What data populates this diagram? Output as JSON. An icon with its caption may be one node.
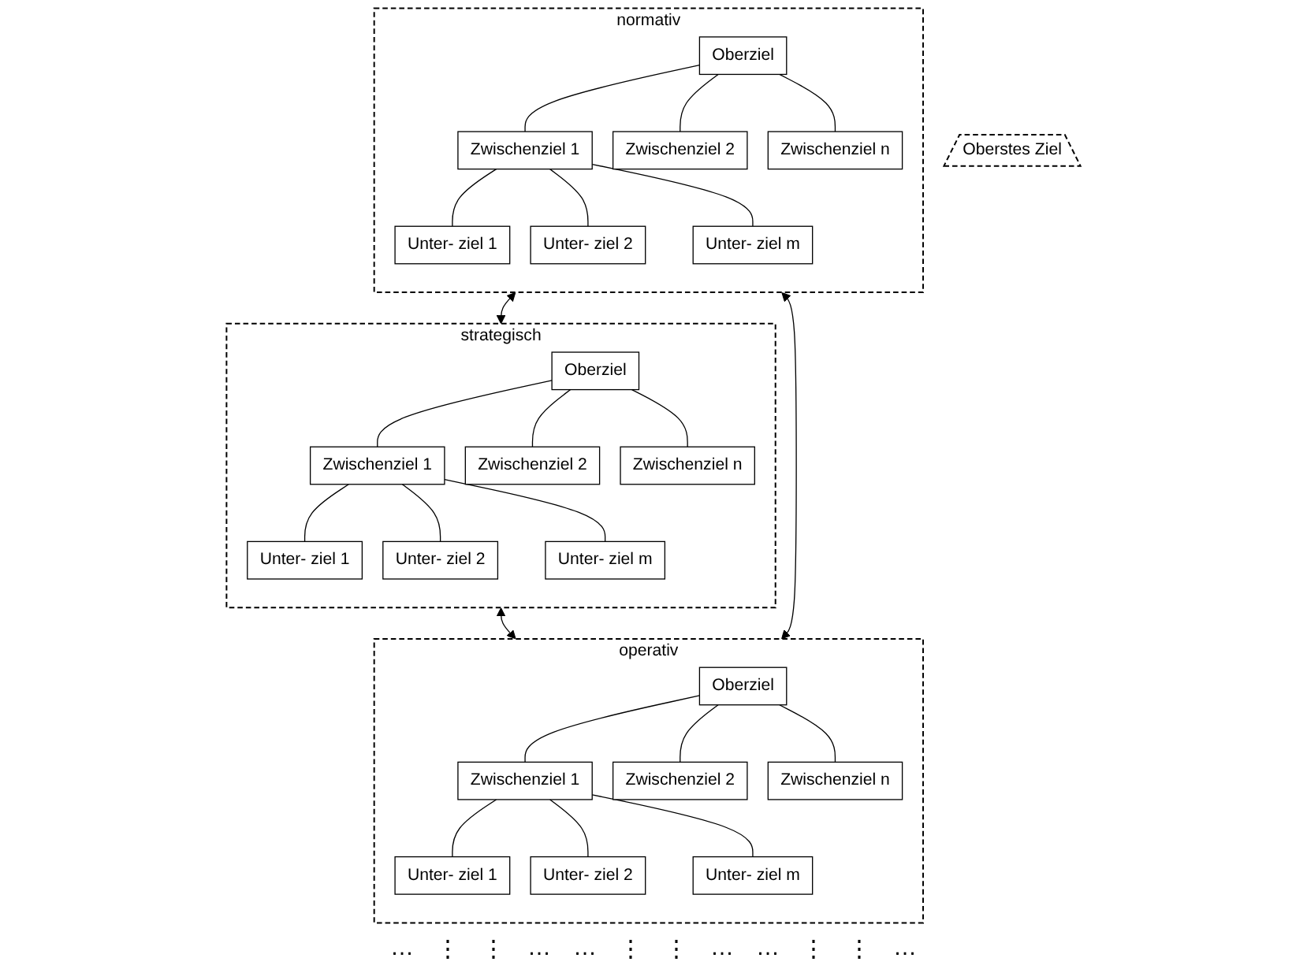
{
  "diagram": {
    "nodes": [
      {
        "text": [
          "Oberstes Ziel"
        ]
      },
      {
        "text": [
          "normativ"
        ]
      },
      {
        "text": [
          "Oberziel"
        ],
        "in": 1
      },
      {
        "text": [
          "Zwischenziel 1"
        ],
        "in": 1
      },
      {
        "text": [
          "Zwischenziel 2"
        ],
        "in": 1
      },
      {
        "text": [
          "Zwischenziel n"
        ],
        "in": 1
      },
      {
        "text": [
          "Unter- ziel 1"
        ],
        "in": 1
      },
      {
        "text": [
          "Unter- ziel 2"
        ],
        "in": 1
      },
      {
        "text": [
          "Unter- ziel m"
        ],
        "in": 1
      },
      {
        "text": [
          "strategisch"
        ]
      },
      {
        "text": [
          "Oberziel"
        ],
        "in": 9
      },
      {
        "text": [
          "Zwischenziel 1"
        ],
        "in": 9
      },
      {
        "text": [
          "Zwischenziel 2"
        ],
        "in": 9
      },
      {
        "text": [
          "Zwischenziel n"
        ],
        "in": 9
      },
      {
        "text": [
          "Unter- ziel 1"
        ],
        "in": 9
      },
      {
        "text": [
          "Unter- ziel 2"
        ],
        "in": 9
      },
      {
        "text": [
          "Unter- ziel m"
        ],
        "in": 9
      },
      {
        "text": [
          "operativ"
        ]
      },
      {
        "text": [
          "Oberziel"
        ],
        "in": 17
      },
      {
        "text": [
          "Zwischenziel 1"
        ],
        "in": 17
      },
      {
        "text": [
          "Zwischenziel 2"
        ],
        "in": 17
      },
      {
        "text": [
          "Zwischenziel n"
        ],
        "in": 17
      },
      {
        "text": [
          "Unter- ziel 1"
        ],
        "in": 17
      },
      {
        "text": [
          "Unter- ziel 2"
        ],
        "in": 17
      },
      {
        "text": [
          "Unter- ziel m"
        ],
        "in": 17
      }
    ],
    "edges": [
      {
        "from": 2,
        "to": 3,
        "arrow": "none"
      },
      {
        "from": 2,
        "to": 4,
        "arrow": "none"
      },
      {
        "from": 2,
        "to": 5,
        "arrow": "none"
      },
      {
        "from": 3,
        "to": 6,
        "arrow": "none"
      },
      {
        "from": 3,
        "to": 7,
        "arrow": "none"
      },
      {
        "from": 3,
        "to": 8,
        "arrow": "none"
      },
      {
        "from": 10,
        "to": 11,
        "arrow": "none"
      },
      {
        "from": 10,
        "to": 12,
        "arrow": "none"
      },
      {
        "from": 10,
        "to": 13,
        "arrow": "none"
      },
      {
        "from": 11,
        "to": 14,
        "arrow": "none"
      },
      {
        "from": 11,
        "to": 15,
        "arrow": "none"
      },
      {
        "from": 11,
        "to": 16,
        "arrow": "none"
      },
      {
        "from": 18,
        "to": 19,
        "arrow": "none"
      },
      {
        "from": 18,
        "to": 20,
        "arrow": "none"
      },
      {
        "from": 18,
        "to": 21,
        "arrow": "none"
      },
      {
        "from": 19,
        "to": 22,
        "arrow": "none"
      },
      {
        "from": 19,
        "to": 23,
        "arrow": "none"
      },
      {
        "from": 19,
        "to": 24,
        "arrow": "none"
      },
      {
        "from": 1,
        "to": 9,
        "arrow": "both"
      },
      {
        "from": 9,
        "to": 17,
        "arrow": "both"
      },
      {
        "from": 1,
        "to": 17,
        "arrow": "both"
      }
    ],
    "labels": [
      "…",
      "⋮",
      "⋮",
      "…",
      "…",
      "⋮",
      "⋮",
      "…",
      "…",
      "⋮",
      "⋮",
      "…"
    ]
  }
}
